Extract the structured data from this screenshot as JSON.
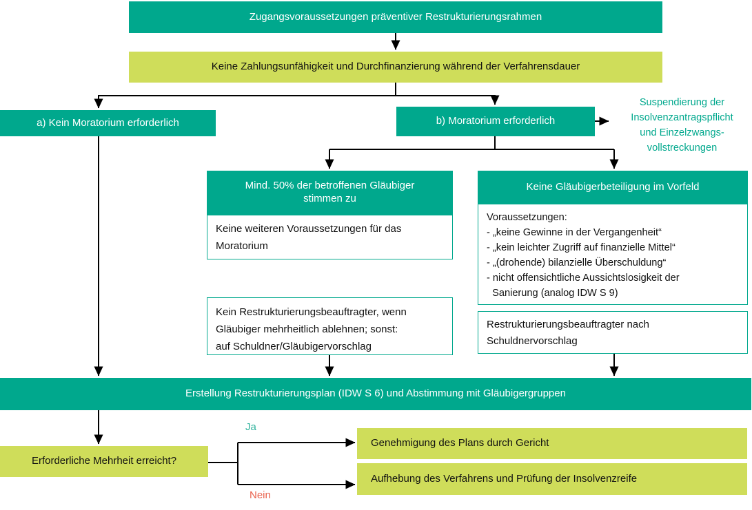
{
  "colors": {
    "teal": "#00a88d",
    "lime": "#cfdd5a",
    "yes_label": "#2fb29c",
    "no_label": "#e9614c",
    "note_text": "#00a88d",
    "connector": "#000000"
  },
  "flowchart": {
    "title": "Zugangsvoraussetzungen präventiver Restrukturierungsrahmen",
    "condition": "Keine Zahlungsunfähigkeit und Durchfinanzierung während der Verfahrensdauer",
    "branch_a": "a) Kein Moratorium erforderlich",
    "branch_b": "b) Moratorium erforderlich",
    "suspension_note": "Suspendierung der\nInsolvenzantragspflicht\nund Einzelzwangs-\nvollstreckungen",
    "consent_path": {
      "header": "Mind. 50% der betroffenen Gläubiger\nstimmen zu",
      "body": "Keine weiteren Voraussetzungen für das\nMoratorium",
      "officer": "Kein Restrukturierungsbeauftragter, wenn\nGläubiger mehrheitlich ablehnen; sonst:\nauf Schuldner/Gläubigervorschlag"
    },
    "no_consent_path": {
      "header": "Keine Gläubigerbeteiligung im Vorfeld",
      "body": "Voraussetzungen:\n- „keine Gewinne in der Vergangenheit“\n- „kein leichter Zugriff auf finanzielle Mittel“\n- „(drohende) bilanzielle Überschuldung“\n- nicht offensichtliche Aussichtslosigkeit der\n  Sanierung (analog IDW S 9)",
      "officer": "Restrukturierungsbeauftragter nach\nSchuldnervorschlag"
    },
    "plan_step": "Erstellung Restrukturierungsplan (IDW S 6) und Abstimmung mit Gläubigergruppen",
    "majority_question": "Erforderliche Mehrheit erreicht?",
    "yes_label": "Ja",
    "no_label": "Nein",
    "outcome_yes": "Genehmigung des Plans durch Gericht",
    "outcome_no": "Aufhebung des Verfahrens und Prüfung der Insolvenzreife"
  }
}
